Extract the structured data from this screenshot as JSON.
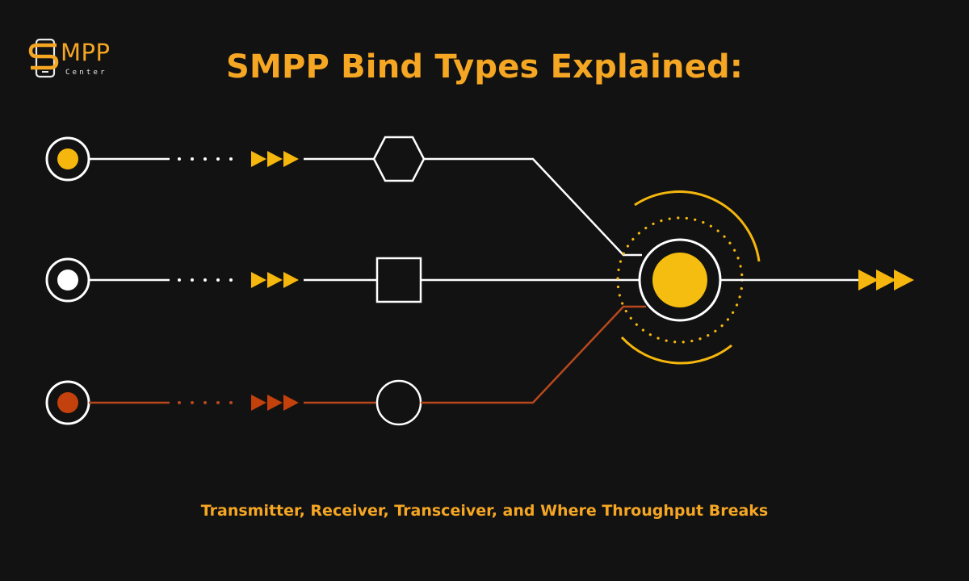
{
  "logo": {
    "word": "MPP",
    "sub": "Center",
    "icon": "smpp-phone-s-logo-icon"
  },
  "title": "SMPP Bind Types Explained:",
  "subtitle": "Transmitter, Receiver, Transceiver, and Where Throughput Breaks",
  "colors": {
    "background": "#121212",
    "accent": "#f5a623",
    "node_yellow": "#f5b70d",
    "node_white": "#ffffff",
    "node_red": "#c2410c",
    "line_white": "#ffffff",
    "line_red": "#b8481c",
    "hub_fill": "#f5bd0f"
  },
  "lanes": [
    {
      "name": "transmitter-lane",
      "dot_color": "yellow",
      "line_color": "white",
      "shape": "hexagon-icon"
    },
    {
      "name": "receiver-lane",
      "dot_color": "white",
      "line_color": "white",
      "shape": "square-icon"
    },
    {
      "name": "transceiver-lane",
      "dot_color": "red",
      "line_color": "red",
      "shape": "circle-icon"
    }
  ]
}
